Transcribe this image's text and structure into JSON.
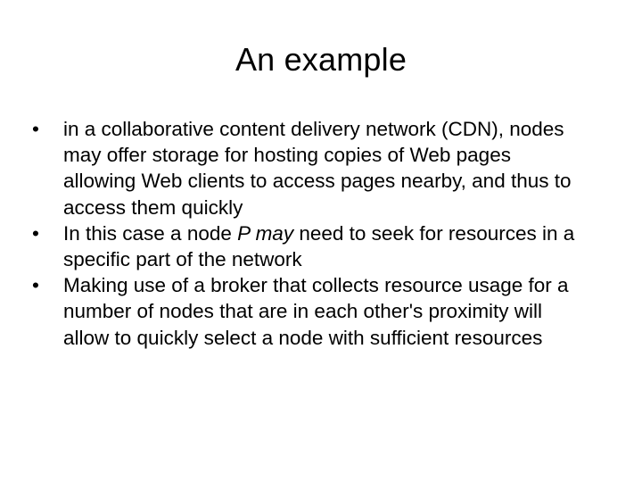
{
  "slide": {
    "title": "An example",
    "bullet_symbol": "•",
    "bullets": [
      {
        "text": "in a collaborative content delivery network (CDN), nodes may offer storage for hosting copies of Web pages allowing Web clients to access pages nearby, and thus to access them quickly"
      },
      {
        "text_before": "In this case a node ",
        "text_emphasis": "P may",
        "text_after": " need to seek for resources in a specific part of the network"
      },
      {
        "text": "Making use of a broker that collects resource usage for a number of nodes that are in each other's proximity will allow to quickly select a node with sufficient resources"
      }
    ]
  }
}
